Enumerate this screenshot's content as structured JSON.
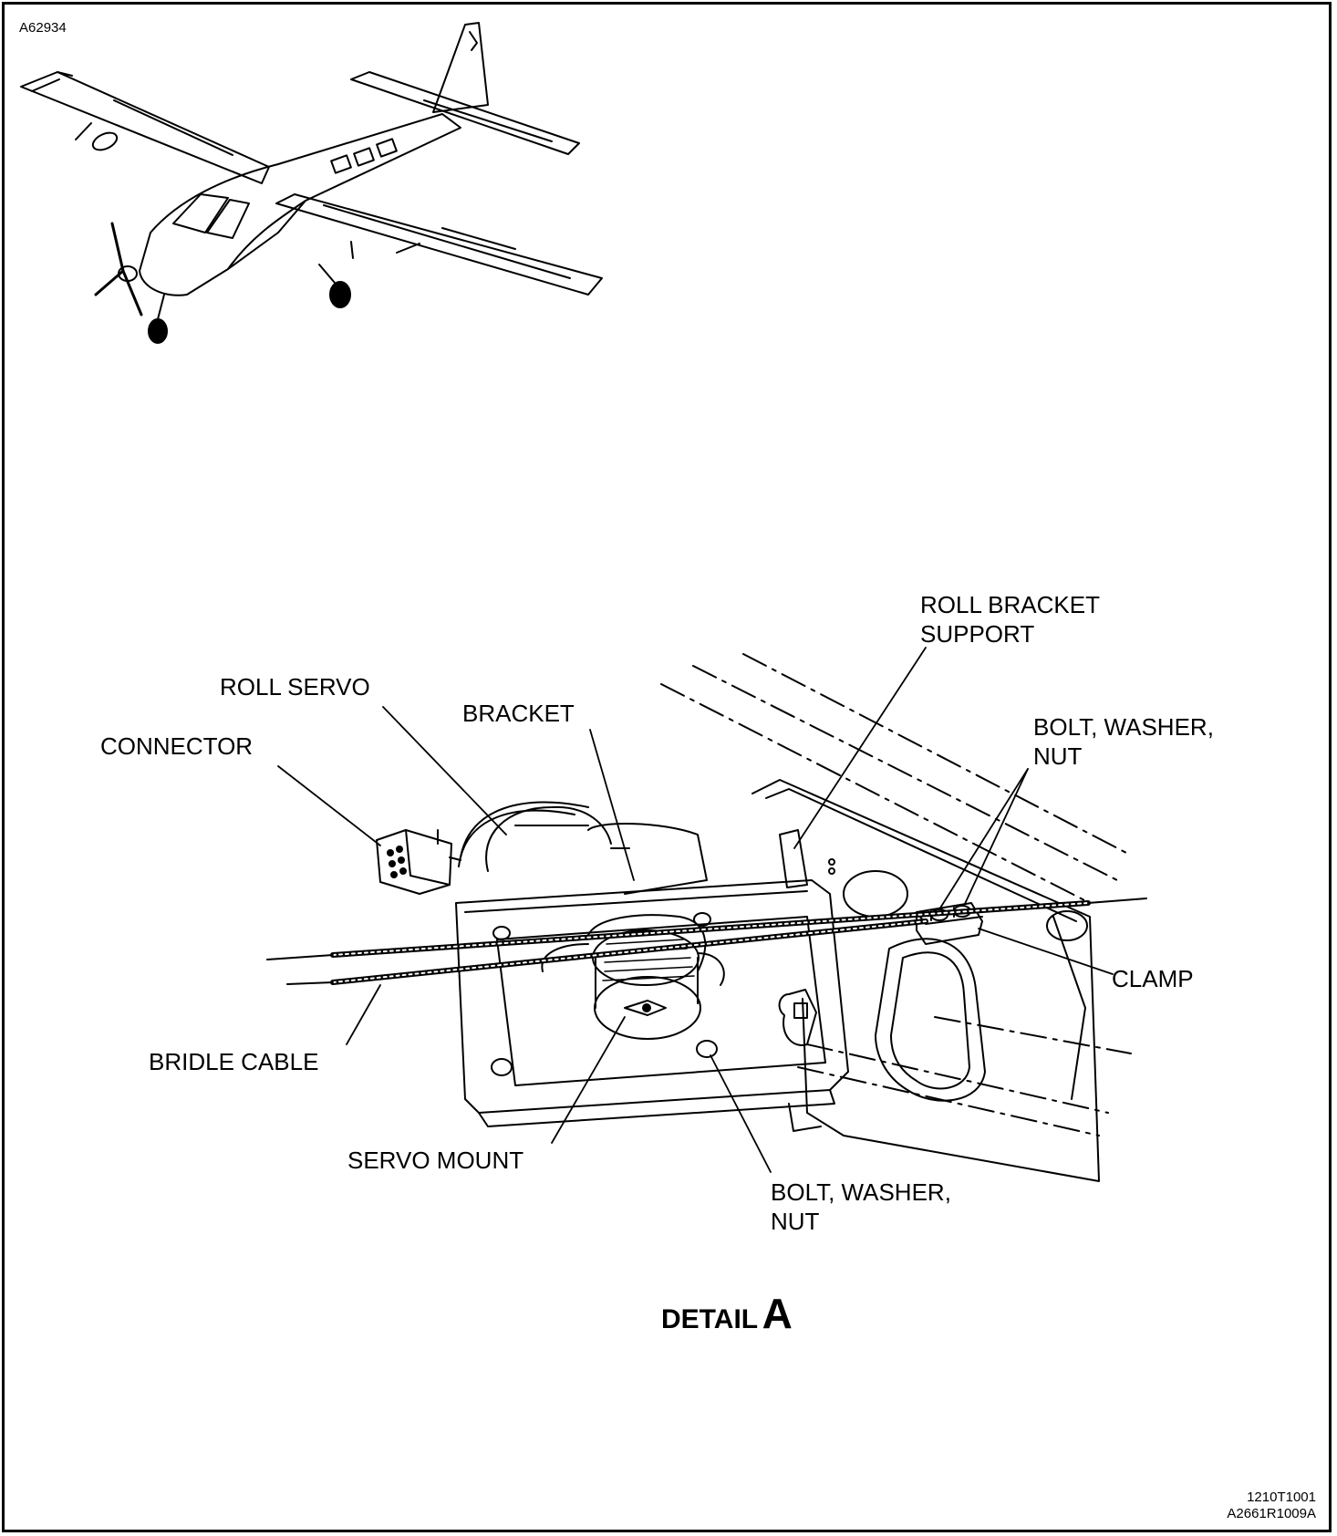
{
  "figure": {
    "id": "A62934",
    "detail_title_word": "DETAIL",
    "detail_title_letter": "A",
    "refs": [
      "1210T1001",
      "A2661R1009A"
    ]
  },
  "labels": {
    "roll_bracket_support": [
      "ROLL BRACKET",
      "SUPPORT"
    ],
    "roll_servo": "ROLL SERVO",
    "bracket": "BRACKET",
    "connector": "CONNECTOR",
    "bolt_washer_nut_top": [
      "BOLT, WASHER,",
      "NUT"
    ],
    "clamp": "CLAMP",
    "bridle_cable": "BRIDLE CABLE",
    "servo_mount": "SERVO MOUNT",
    "bolt_washer_nut_bottom": [
      "BOLT, WASHER,",
      "NUT"
    ]
  }
}
